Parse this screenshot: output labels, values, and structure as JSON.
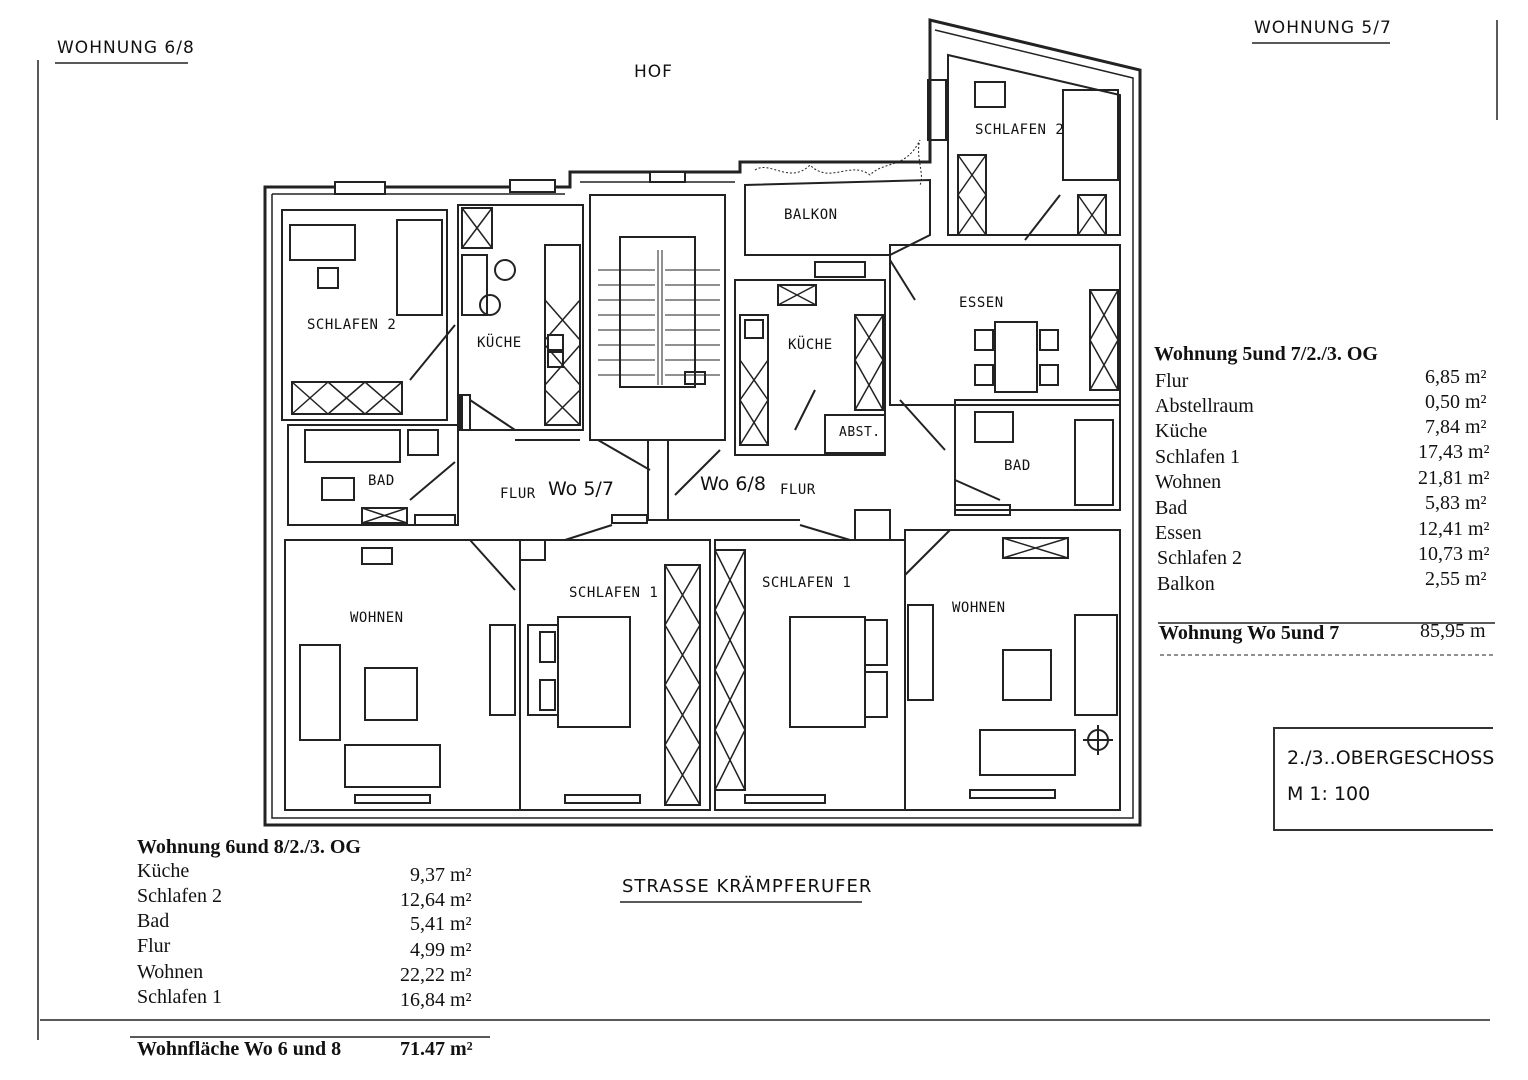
{
  "labels": {
    "wohnung_68_corner": "WOHNUNG 6/8",
    "wohnung_57_corner": "WOHNUNG 5/7",
    "hof": "HOF",
    "street": "STRASSE  KRÄMPFERUFER",
    "floor": "2./3..OBERGESCHOSS",
    "scale": "M  1: 100"
  },
  "rooms": {
    "schlafen2_left": "SCHLAFEN  2",
    "kueche_left": "KÜCHE",
    "bad_left": "BAD",
    "flur_left": "FLUR",
    "wo57": "Wo 5/7",
    "wo68": "Wo 6/8",
    "flur_right": "FLUR",
    "kueche_right": "KÜCHE",
    "abst": "ABST.",
    "balkon": "BALKON",
    "schlafen2_right": "SCHLAFEN 2",
    "essen": "ESSEN",
    "bad_right": "BAD",
    "wohnen_left": "WOHNEN",
    "schlafen1_left": "SCHLAFEN 1",
    "schlafen1_right": "SCHLAFEN 1",
    "wohnen_right": "WOHNEN"
  },
  "table_57": {
    "title": "Wohnung 5und 7/2./3. OG",
    "rows": [
      {
        "name": "Flur",
        "area": "6,85 m²"
      },
      {
        "name": "Abstellraum",
        "area": "0,50 m²"
      },
      {
        "name": "Küche",
        "area": "7,84 m²"
      },
      {
        "name": "Schlafen 1",
        "area": "17,43 m²"
      },
      {
        "name": "Wohnen",
        "area": "21,81 m²"
      },
      {
        "name": "Bad",
        "area": "5,83 m²"
      },
      {
        "name": "Essen",
        "area": "12,41 m²"
      },
      {
        "name": "Schlafen 2",
        "area": "10,73 m²"
      },
      {
        "name": "Balkon",
        "area": "2,55 m²"
      }
    ],
    "total_label": "Wohnung Wo 5und 7",
    "total_area": "85,95 m"
  },
  "table_68": {
    "title": "Wohnung 6und 8/2./3. OG",
    "rows": [
      {
        "name": "Küche",
        "area": "9,37 m²"
      },
      {
        "name": "Schlafen 2",
        "area": "12,64 m²"
      },
      {
        "name": "Bad",
        "area": "5,41 m²"
      },
      {
        "name": "Flur",
        "area": "4,99 m²"
      },
      {
        "name": "Wohnen",
        "area": "22,22 m²"
      },
      {
        "name": "Schlafen 1",
        "area": "16,84 m²"
      }
    ],
    "total_label": "Wohnfläche Wo 6 und 8",
    "total_area": "71.47 m²"
  }
}
